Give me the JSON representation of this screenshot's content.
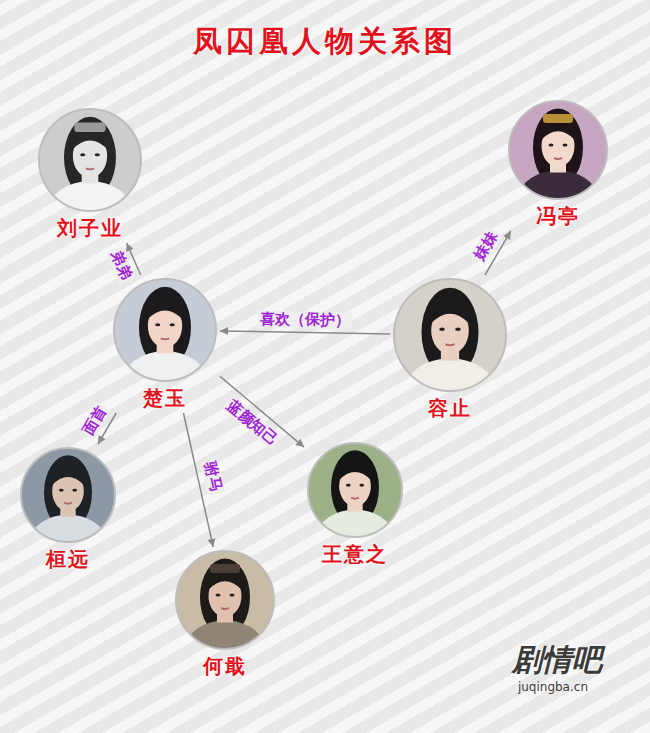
{
  "diagram": {
    "title": "凤囚凰人物关系图",
    "nodes": [
      {
        "text": [
          "刘子业"
        ]
      },
      {
        "text": [
          "冯亭"
        ]
      },
      {
        "text": [
          "楚玉"
        ]
      },
      {
        "text": [
          "容止"
        ]
      },
      {
        "text": [
          "桓远"
        ]
      },
      {
        "text": [
          "王意之"
        ]
      },
      {
        "text": [
          "何戢"
        ]
      }
    ],
    "edges": [
      {
        "from": 2,
        "to": 0,
        "label": "弟弟",
        "arrow": "to"
      },
      {
        "from": 3,
        "to": 1,
        "label": "妹妹",
        "arrow": "to"
      },
      {
        "from": 3,
        "to": 2,
        "label": "喜欢（保护）",
        "arrow": "to"
      },
      {
        "from": 2,
        "to": 4,
        "label": "面首",
        "arrow": "to"
      },
      {
        "from": 2,
        "to": 6,
        "label": "驸马",
        "arrow": "to"
      },
      {
        "from": 2,
        "to": 5,
        "label": "蓝颜知己",
        "arrow": "to"
      }
    ],
    "labels": [
      "剧情吧",
      "juqingba.cn"
    ]
  }
}
